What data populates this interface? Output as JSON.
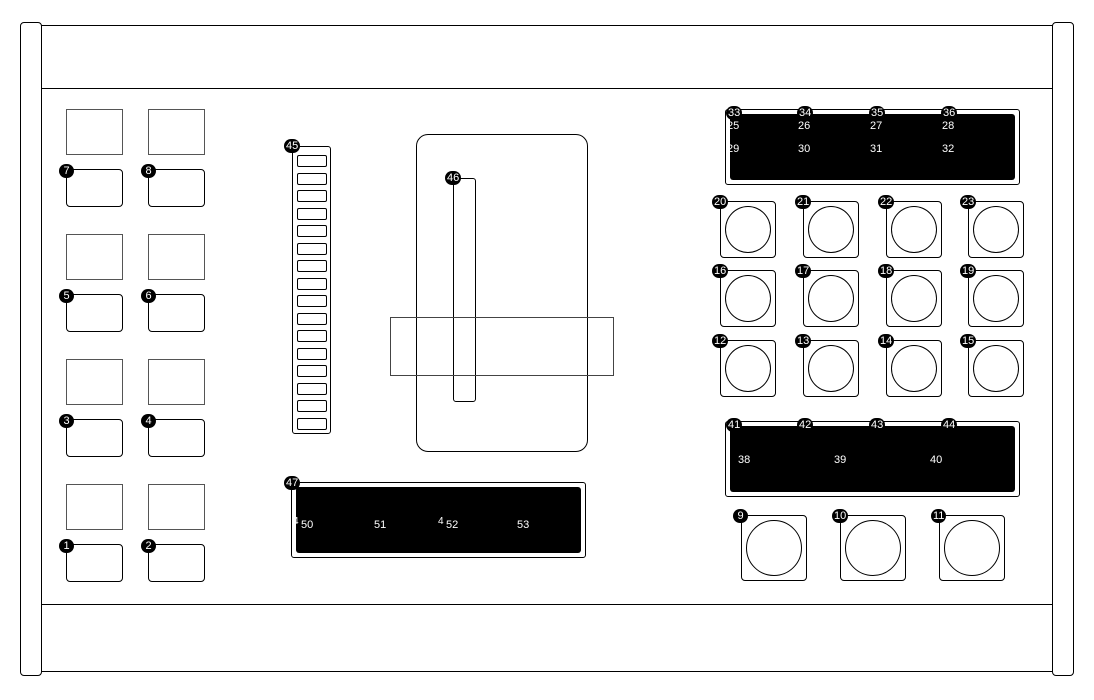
{
  "left_buttons": [
    "7",
    "8",
    "5",
    "6",
    "3",
    "4",
    "1",
    "2"
  ],
  "meter": {
    "label": "45",
    "segments": 16
  },
  "fader": {
    "label": "46"
  },
  "bottom_display": {
    "label": "47",
    "cells": [
      "50",
      "51",
      "52",
      "53"
    ],
    "sub_labels": [
      "4",
      "4"
    ]
  },
  "top_display": {
    "badges": [
      "33",
      "34",
      "35",
      "36"
    ],
    "row1": [
      "25",
      "26",
      "27",
      "28"
    ],
    "row2": [
      "29",
      "30",
      "31",
      "32"
    ]
  },
  "knob_rows": [
    [
      "20",
      "21",
      "22",
      "23"
    ],
    [
      "16",
      "17",
      "18",
      "19"
    ],
    [
      "12",
      "13",
      "14",
      "15"
    ]
  ],
  "mid_display": {
    "badges": [
      "41",
      "42",
      "43",
      "44"
    ],
    "cells": [
      "38",
      "39",
      "40"
    ]
  },
  "large_knobs": [
    "9",
    "10",
    "11"
  ]
}
